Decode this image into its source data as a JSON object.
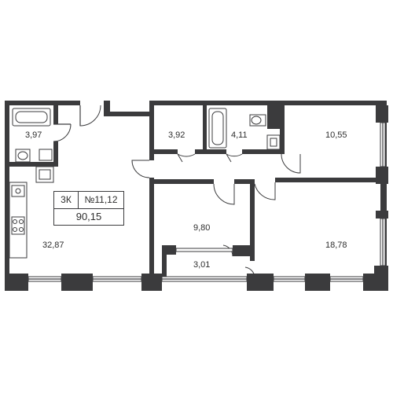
{
  "apartment": {
    "type": "3К",
    "number": "№11,12",
    "total_area": "90,15"
  },
  "rooms": [
    {
      "id": "bathroom",
      "area": "3,97"
    },
    {
      "id": "wc",
      "area": "3,92"
    },
    {
      "id": "bath-2",
      "area": "4,11"
    },
    {
      "id": "bedroom-ne",
      "area": "10,55"
    },
    {
      "id": "kitchen-living",
      "area": "32,87"
    },
    {
      "id": "bedroom-center",
      "area": "9,80"
    },
    {
      "id": "bedroom-se",
      "area": "18,78"
    },
    {
      "id": "hall-storage",
      "area": "3,01"
    }
  ],
  "colors": {
    "wall": "#3b3b3d",
    "text": "#2d2d2d"
  }
}
